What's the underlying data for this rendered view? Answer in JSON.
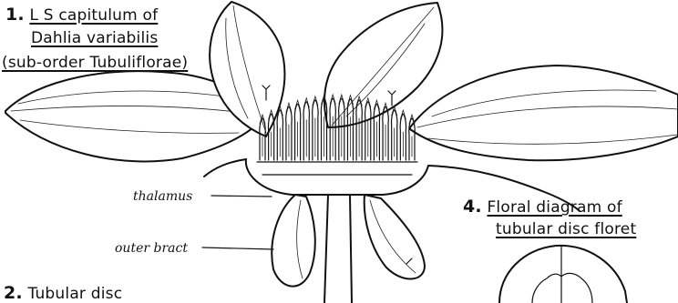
{
  "title_block": {
    "number": "1.",
    "line1": "L S capitulum of",
    "line2": "Dahlia variabilis",
    "line3": "(sub-order Tubuliflorae)"
  },
  "labels": {
    "thalamus": "thalamus",
    "outer_bract": "outer bract"
  },
  "section_2": {
    "number": "2.",
    "text": "Tubular disc"
  },
  "section_4": {
    "number": "4.",
    "line1": "Floral diagram of",
    "line2": "tubular disc floret"
  }
}
